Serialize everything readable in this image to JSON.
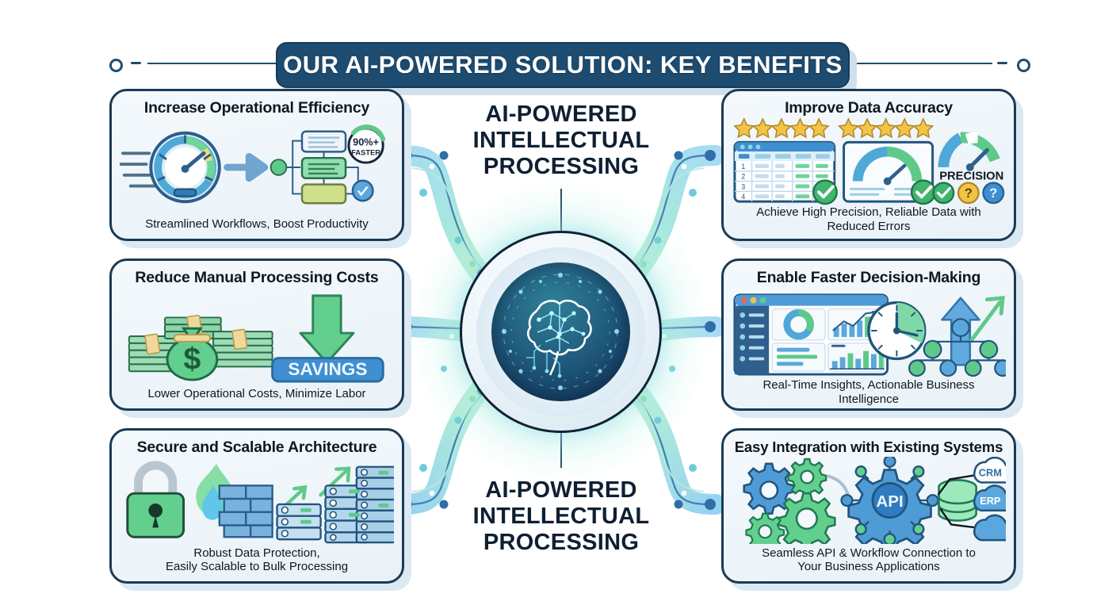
{
  "header": {
    "title": "OUR AI-POWERED SOLUTION: KEY BENEFITS",
    "banner_color": "#1d4c70",
    "text_color": "#ffffff",
    "decor_left_icon": "circle-dot",
    "decor_right_icon": "circle-dot"
  },
  "center": {
    "label_top": "AI-POWERED\nINTELLECTUAL\nPROCESSING",
    "label_top_line1": "AI-POWERED",
    "label_top_line2": "INTELLECTUAL",
    "label_top_line3": "PROCESSING",
    "label_bottom_line1": "AI-POWERED",
    "label_bottom_line2": "INTELLECTUAL",
    "label_bottom_line3": "PROCESSING",
    "hub_icon": "ai-brain-circuit-orb",
    "text_color": "#0f1f33",
    "orb_colors": {
      "core_start": "#2f7f96",
      "core_end": "#122f52",
      "ring": "#e2eef6",
      "glow": "#aaf0e6"
    }
  },
  "cards": {
    "left": [
      {
        "title": "Increase Operational Efficiency",
        "subtitle": "Streamlined Workflows, Boost Productivity",
        "icon": "speedometer-workflow-icon",
        "badge_value": "90%+",
        "badge_label": "FASTER"
      },
      {
        "title": "Reduce Manual Processing Costs",
        "subtitle": "Lower Operational Costs, Minimize Labor",
        "icon": "money-stacks-savings-icon",
        "badge_label": "SAVINGS",
        "currency_symbol": "$"
      },
      {
        "title": "Secure and Scalable Architecture",
        "subtitle_line1": "Robust Data Protection,",
        "subtitle_line2": "Easily Scalable to Bulk Processing",
        "icon": "lock-firewall-servers-icon"
      }
    ],
    "right": [
      {
        "title": "Improve Data Accuracy",
        "subtitle_line1": "Achieve High Precision, Reliable Data with",
        "subtitle_line2": "Reduced Errors",
        "icon": "stars-table-gauge-icon",
        "gauge_label": "PRECISION",
        "star_rating": 5,
        "star_groups": 2,
        "table_row_numbers": [
          "1",
          "2",
          "3",
          "4"
        ],
        "status_icons": [
          "check-circle",
          "question-circle-yellow",
          "question-circle-blue"
        ]
      },
      {
        "title": "Enable Faster Decision-Making",
        "subtitle": "Real-Time Insights, Actionable Business Intelligence",
        "icon": "dashboard-clock-hierarchy-icon"
      },
      {
        "title": "Easy Integration with Existing Systems",
        "subtitle_line1": "Seamless API & Workflow Connection to",
        "subtitle_line2": "Your Business Applications",
        "icon": "gears-api-cloud-icon",
        "api_label": "API",
        "system_labels": [
          "CRM",
          "ERP"
        ]
      }
    ]
  },
  "palette": {
    "navy": "#1b3a55",
    "card_bg": "#f1f8fc",
    "green": "#4fc07e",
    "blue": "#3f8fd0",
    "cyan": "#7fd9e8",
    "mint": "#a8e6c4",
    "gold": "#f2c445"
  }
}
